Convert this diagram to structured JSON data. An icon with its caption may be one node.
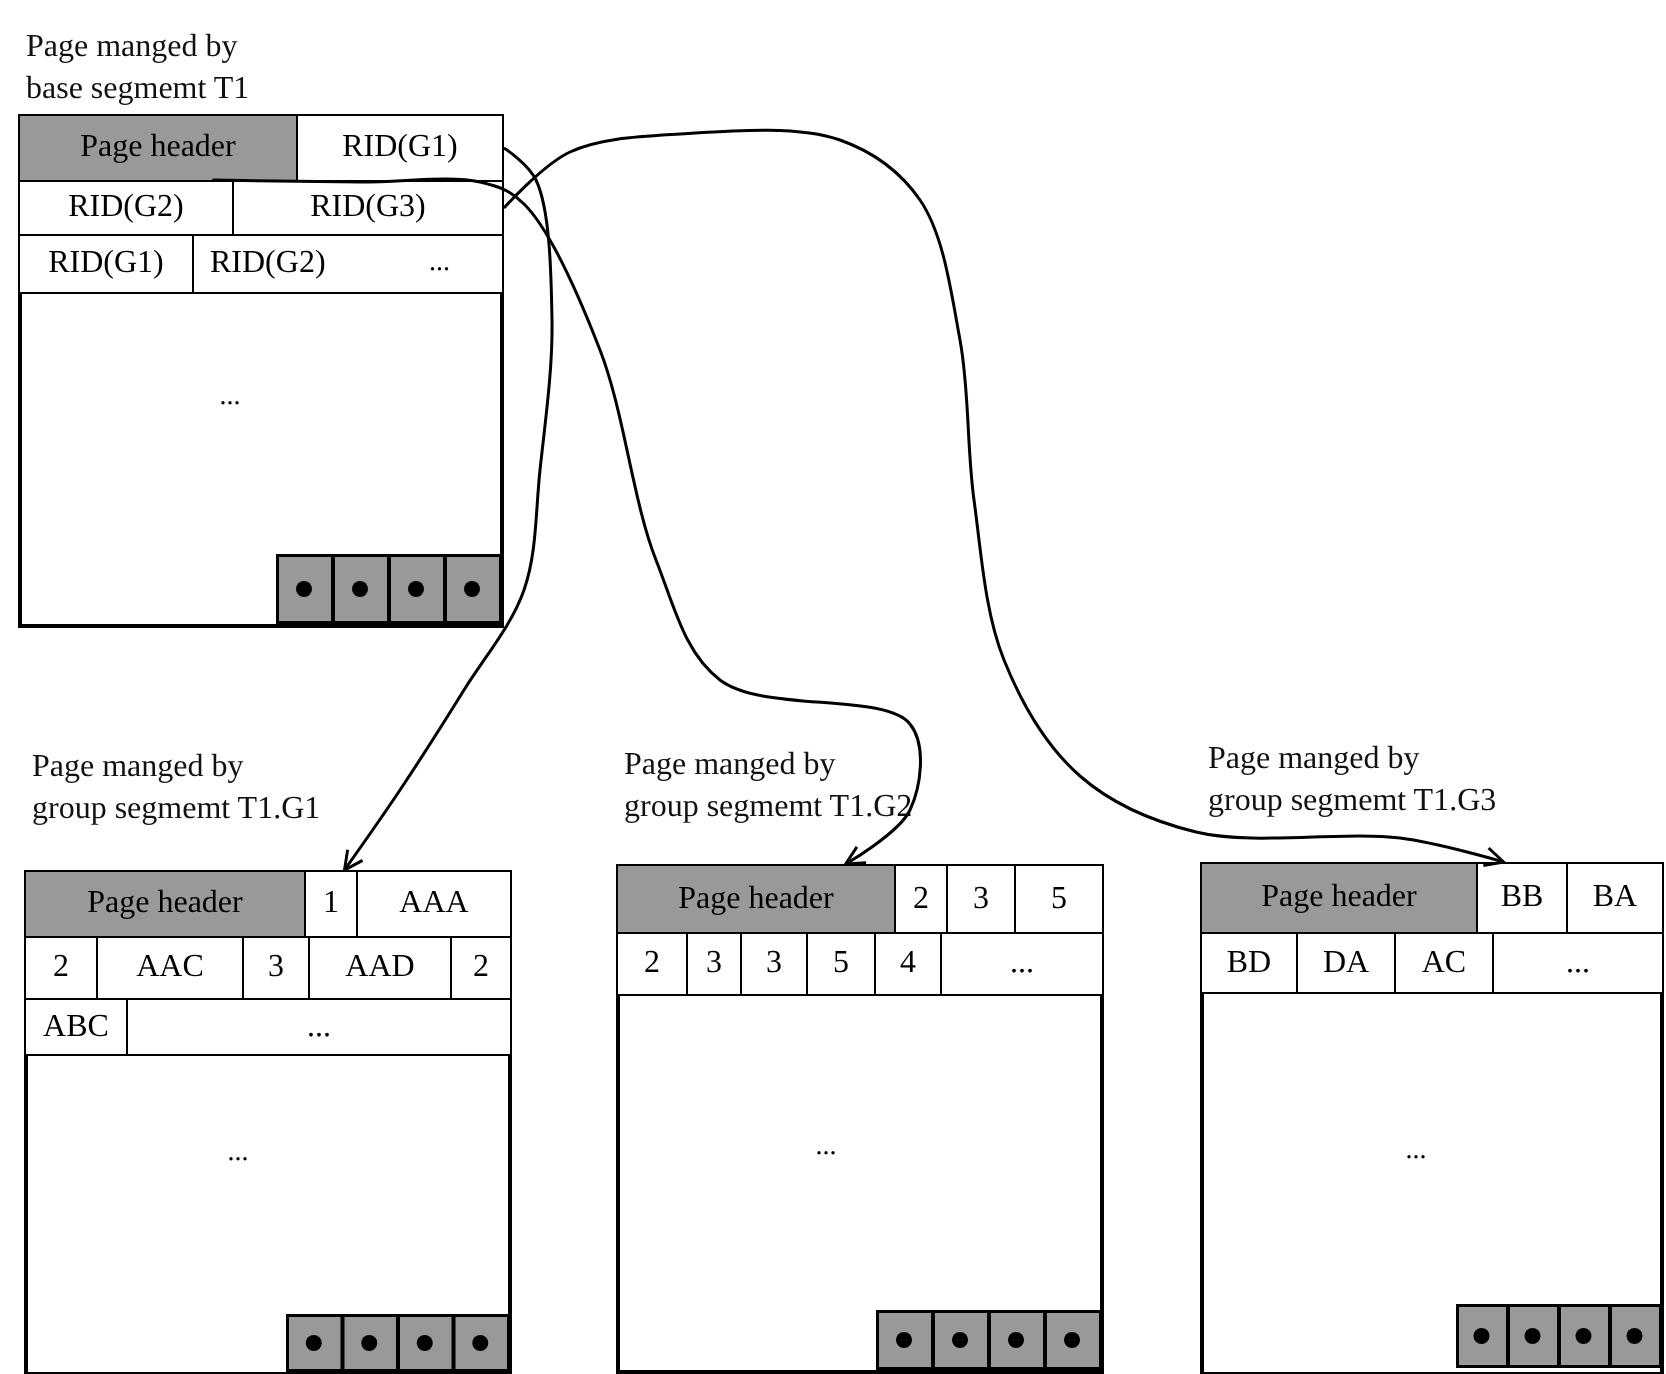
{
  "diagram": {
    "nodes": [
      {
        "text": [
          "Page manged by base segmemt T1",
          "..."
        ]
      },
      {
        "text": [
          "Page header"
        ],
        "in": 0
      },
      {
        "text": [
          "RID(G1)"
        ],
        "in": 0
      },
      {
        "text": [
          "RID(G2)"
        ],
        "in": 0
      },
      {
        "text": [
          "RID(G3)"
        ],
        "in": 0
      },
      {
        "text": [
          "RID(G1)"
        ],
        "in": 0
      },
      {
        "text": [
          "RID(G2)",
          "..."
        ],
        "in": 0
      },
      {
        "text": [
          "Page manged by group segmemt T1.G1",
          "..."
        ]
      },
      {
        "text": [
          "Page header"
        ],
        "in": 7
      },
      {
        "text": [
          "1"
        ],
        "in": 7
      },
      {
        "text": [
          "AAA"
        ],
        "in": 7
      },
      {
        "text": [
          "2"
        ],
        "in": 7
      },
      {
        "text": [
          "AAC"
        ],
        "in": 7
      },
      {
        "text": [
          "3"
        ],
        "in": 7
      },
      {
        "text": [
          "AAD"
        ],
        "in": 7
      },
      {
        "text": [
          "2"
        ],
        "in": 7
      },
      {
        "text": [
          "ABC"
        ],
        "in": 7
      },
      {
        "text": [
          "..."
        ],
        "in": 7
      },
      {
        "text": [
          "Page manged by group segmemt T1.G2",
          "..."
        ]
      },
      {
        "text": [
          "Page header"
        ],
        "in": 18
      },
      {
        "text": [
          "2"
        ],
        "in": 18
      },
      {
        "text": [
          "3"
        ],
        "in": 18
      },
      {
        "text": [
          "5"
        ],
        "in": 18
      },
      {
        "text": [
          "2"
        ],
        "in": 18
      },
      {
        "text": [
          "3"
        ],
        "in": 18
      },
      {
        "text": [
          "3"
        ],
        "in": 18
      },
      {
        "text": [
          "5"
        ],
        "in": 18
      },
      {
        "text": [
          "4"
        ],
        "in": 18
      },
      {
        "text": [
          "..."
        ],
        "in": 18
      },
      {
        "text": [
          "Page manged by group segmemt T1.G3",
          "..."
        ]
      },
      {
        "text": [
          "Page header"
        ],
        "in": 29
      },
      {
        "text": [
          "BB"
        ],
        "in": 29
      },
      {
        "text": [
          "BA"
        ],
        "in": 29
      },
      {
        "text": [
          "BD"
        ],
        "in": 29
      },
      {
        "text": [
          "DA"
        ],
        "in": 29
      },
      {
        "text": [
          "AC"
        ],
        "in": 29
      },
      {
        "text": [
          "..."
        ],
        "in": 29
      }
    ],
    "edges": [
      {
        "from": 2,
        "to": 9,
        "arrow": "to"
      },
      {
        "from": 3,
        "to": 19,
        "arrow": "to"
      },
      {
        "from": 4,
        "to": 31,
        "arrow": "to"
      }
    ]
  }
}
